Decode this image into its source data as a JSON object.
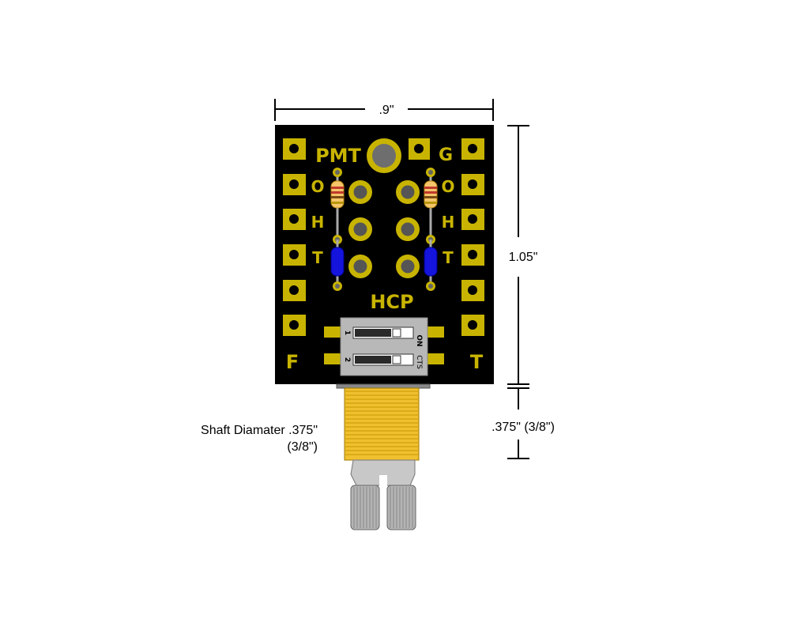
{
  "dimensions": {
    "width": ".9\"",
    "height": "1.05\"",
    "shaft_length": ".375\" (3/8\")",
    "shaft_diameter_line1": "Shaft Diamater .375\"",
    "shaft_diameter_line2": "(3/8\")"
  },
  "board": {
    "label_top": "PMT",
    "label_mid": "HCP",
    "left_letters": [
      "O",
      "H",
      "T"
    ],
    "right_letters": [
      "G",
      "O",
      "H",
      "T"
    ],
    "corner_left": "F",
    "corner_right": "T"
  },
  "dip_switch": {
    "switch_numbers": [
      "1",
      "2"
    ],
    "on_label": "ON",
    "brand": "CTS"
  },
  "colors": {
    "board": "#000000",
    "silkscreen": "#c8b400",
    "pad": "#c8b400",
    "resistor": "#f5c56b",
    "capacitor": "#1414dc",
    "shaft": "#f0c030",
    "knob": "#b4b4b4"
  }
}
